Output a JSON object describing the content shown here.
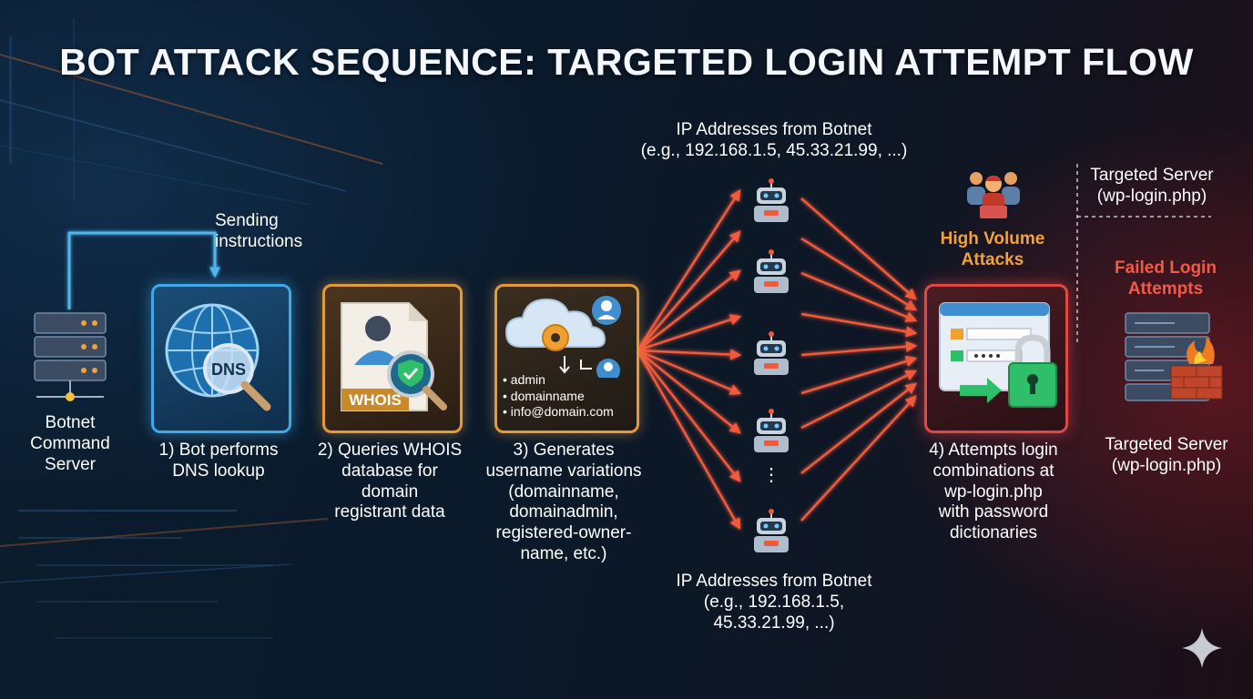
{
  "title": "BOT ATTACK SEQUENCE: TARGETED LOGIN ATTEMPT FLOW",
  "nodes": {
    "command_server": {
      "label": [
        "Botnet",
        "Command",
        "Server"
      ]
    },
    "sending": {
      "label": [
        "Sending",
        "instructions"
      ]
    },
    "dns": {
      "icon_text": "DNS",
      "label": [
        "1) Bot performs",
        "DNS lookup"
      ]
    },
    "whois": {
      "icon_text": "WHOIS",
      "label": [
        "2) Queries WHOIS",
        "database for",
        "domain",
        "registrant data"
      ]
    },
    "generate": {
      "usernames": [
        "• admin",
        "• domainname",
        "• info@domain.com"
      ],
      "label": [
        "3) Generates",
        "username variations",
        "(domainname,",
        "domainadmin,",
        "registered-owner-",
        "name, etc.)"
      ]
    },
    "botnet_top": {
      "label": [
        "IP Addresses from Botnet",
        "(e.g., 192.168.1.5, 45.33.21.99, ...)"
      ]
    },
    "botnet_bottom": {
      "label": [
        "IP Addresses from Botnet",
        "(e.g., 192.168.1.5,",
        "45.33.21.99, ...)"
      ]
    },
    "high_volume": {
      "label": [
        "High Volume",
        "Attacks"
      ]
    },
    "login": {
      "label": [
        "4) Attempts login",
        "combinations at",
        "wp-login.php",
        "with password",
        "dictionaries"
      ]
    },
    "target_top": {
      "label": [
        "Targeted Server",
        "(wp-login.php)"
      ]
    },
    "failed": {
      "label": [
        "Failed Login",
        "Attempts"
      ]
    },
    "target_bottom": {
      "label": [
        "Targeted Server",
        "(wp-login.php)"
      ]
    }
  },
  "colors": {
    "blue_accent": "#3fa9e8",
    "orange_accent": "#e39a3a",
    "red_accent": "#e04848",
    "arrow_red": "#f05a3c"
  }
}
